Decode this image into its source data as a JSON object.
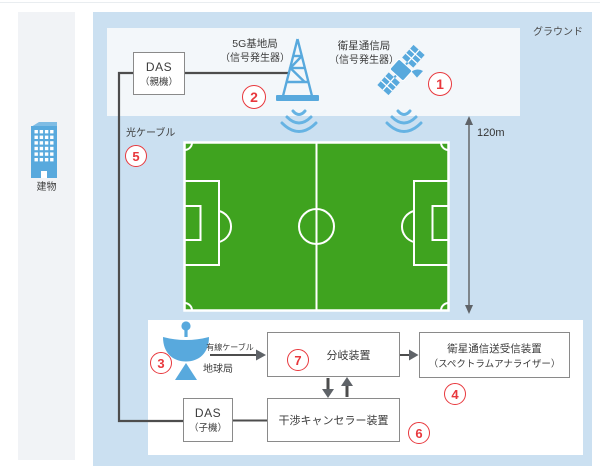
{
  "colors": {
    "bg_blue": "#cbe0f1",
    "panel_gray": "#f1f3f6",
    "ground_white": "#f3f7fa",
    "field_green": "#3fa31f",
    "icon_blue": "#58a9dd",
    "wave_blue": "#66b3e3",
    "accent_red": "#e8383d",
    "line_gray": "#4d4d4d",
    "border_gray": "#8a8a8a",
    "text": "#3c3c3c"
  },
  "ground": {
    "label": "グラウンド",
    "height": "120m"
  },
  "building": {
    "label": "建物"
  },
  "devices": {
    "das_parent": {
      "name": "DAS",
      "sub": "（親機）"
    },
    "bts_5g": {
      "title": "5G基地局",
      "sub": "（信号発生器）",
      "num": "2"
    },
    "sat_station": {
      "title": "衛星通信局",
      "sub": "（信号発生器）",
      "num": "1"
    },
    "optical_cable": {
      "label": "光ケーブル",
      "num": "5"
    },
    "earth_station": {
      "label": "地球局",
      "num": "3"
    },
    "wired_cable": {
      "label": "有線ケーブル"
    },
    "splitter": {
      "label": "分岐装置",
      "num": "7"
    },
    "sat_transceiver": {
      "title": "衛星通信送受信装置",
      "sub": "（スペクトラムアナライザー）",
      "num": "4"
    },
    "das_child": {
      "name": "DAS",
      "sub": "（子機）"
    },
    "canceller": {
      "label": "干渉キャンセラー装置",
      "num": "6"
    }
  }
}
